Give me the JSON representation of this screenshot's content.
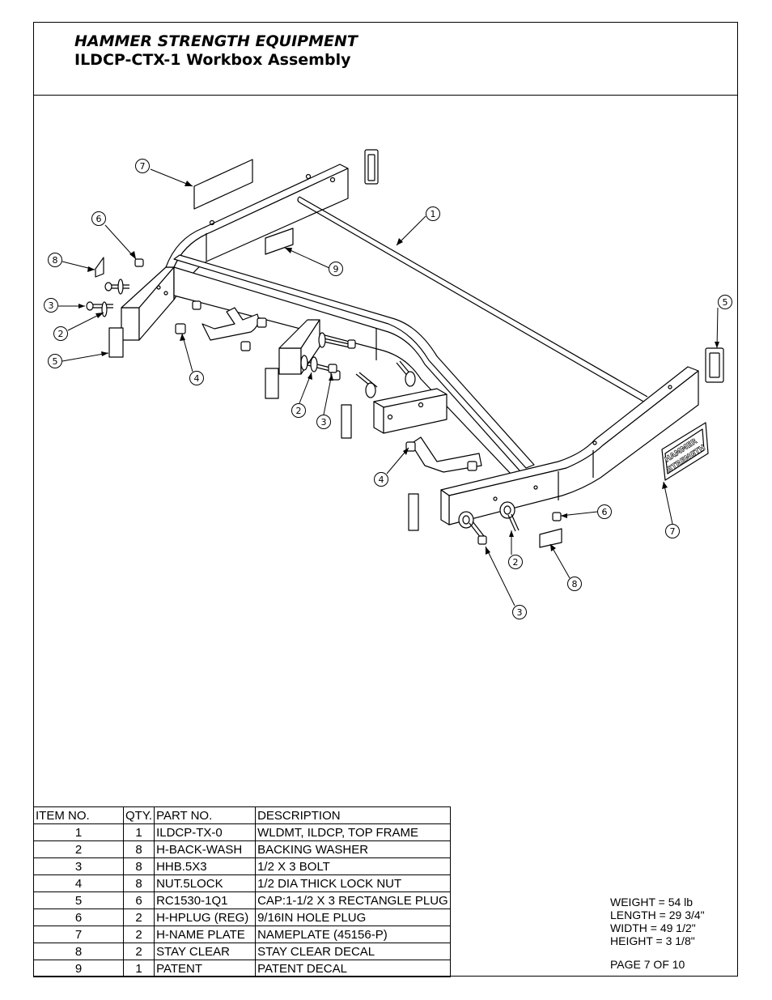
{
  "header": {
    "company": "HAMMER STRENGTH EQUIPMENT",
    "title": "ILDCP-CTX-1 Workbox Assembly"
  },
  "callouts": [
    "7",
    "6",
    "8",
    "3",
    "2",
    "5",
    "4",
    "9",
    "1",
    "2",
    "3",
    "4",
    "5",
    "6",
    "7",
    "2",
    "8",
    "3"
  ],
  "nameplate_text": [
    "HAMMER",
    "STRENGTH"
  ],
  "bom": {
    "headers": [
      "ITEM NO.",
      "QTY.",
      "PART NO.",
      "DESCRIPTION"
    ],
    "rows": [
      [
        "1",
        "1",
        "ILDCP-TX-0",
        "WLDMT, ILDCP, TOP FRAME"
      ],
      [
        "2",
        "8",
        "H-BACK-WASH",
        "BACKING WASHER"
      ],
      [
        "3",
        "8",
        "HHB.5X3",
        "1/2 X 3 BOLT"
      ],
      [
        "4",
        "8",
        "NUT.5LOCK",
        "1/2 DIA THICK LOCK NUT"
      ],
      [
        "5",
        "6",
        "RC1530-1Q1",
        "CAP:1-1/2 X 3 RECTANGLE PLUG"
      ],
      [
        "6",
        "2",
        "H-HPLUG (REG)",
        "9/16IN HOLE PLUG"
      ],
      [
        "7",
        "2",
        "H-NAME PLATE",
        "NAMEPLATE (45156-P)"
      ],
      [
        "8",
        "2",
        "STAY CLEAR",
        "STAY CLEAR DECAL"
      ],
      [
        "9",
        "1",
        "PATENT",
        "PATENT DECAL"
      ]
    ]
  },
  "specs": {
    "weight": "WEIGHT =  54 lb",
    "length": "LENGTH =  29 3/4\"",
    "width": "WIDTH =  49 1/2\"",
    "height": "HEIGHT =  3 1/8\""
  },
  "page": "PAGE 7 OF 10"
}
